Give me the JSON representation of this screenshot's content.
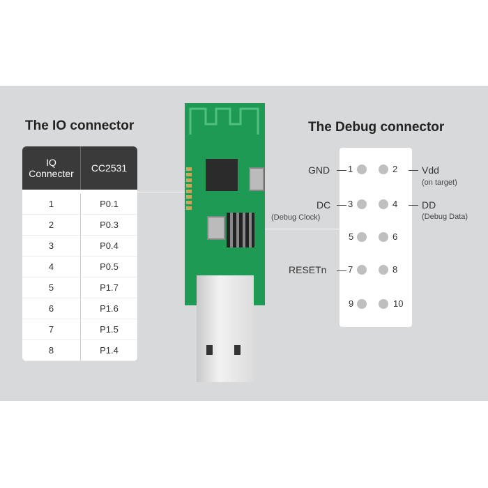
{
  "io": {
    "title": "The IO connector",
    "headers": [
      "IQ Connecter",
      "CC2531"
    ],
    "rows": [
      [
        "1",
        "P0.1"
      ],
      [
        "2",
        "P0.3"
      ],
      [
        "3",
        "P0.4"
      ],
      [
        "4",
        "P0.5"
      ],
      [
        "5",
        "P1.7"
      ],
      [
        "6",
        "P1.6"
      ],
      [
        "7",
        "P1.5"
      ],
      [
        "8",
        "P1.4"
      ]
    ]
  },
  "debug": {
    "title": "The Debug connector",
    "pins": [
      "1",
      "2",
      "3",
      "4",
      "5",
      "6",
      "7",
      "8",
      "9",
      "10"
    ],
    "labels": {
      "gnd": "GND",
      "vdd": "Vdd",
      "vdd_sub": "(on target)",
      "dc": "DC",
      "dc_sub": "(Debug Clock)",
      "dd": "DD",
      "dd_sub": "(Debug Data)",
      "reset": "RESETn"
    }
  },
  "colors": {
    "background": "#d8d9db",
    "table_header": "#3a3a3a",
    "pcb": "#1f9a55"
  }
}
